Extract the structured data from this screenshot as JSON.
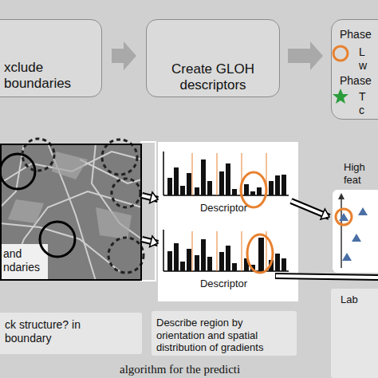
{
  "diagram": {
    "caption": "algorithm for the predicti",
    "nodes": [
      {
        "text": [
          "xclude boundaries"
        ]
      },
      {
        "text": [
          "Create GLOH descriptors"
        ]
      },
      {
        "text": [
          "Phase",
          "L w",
          "Phase",
          "T c"
        ]
      },
      {
        "text": [
          "and ndaries"
        ]
      },
      {
        "text": [
          "ck structure? in boundary"
        ]
      },
      {
        "text": [
          "Descriptor"
        ]
      },
      {
        "text": [
          "Descriptor"
        ]
      },
      {
        "text": [
          "Describe region by orientation and spatial distribution of gradients"
        ]
      },
      {
        "text": [
          "High feat"
        ]
      },
      {
        "text": [
          "Lab"
        ]
      }
    ],
    "edges": [
      {
        "from": 0,
        "to": 1,
        "arrow": "to"
      },
      {
        "from": 1,
        "to": 2,
        "arrow": "to"
      },
      {
        "from": 3,
        "to": 5,
        "arrow": "to"
      },
      {
        "from": 3,
        "to": 6,
        "arrow": "to"
      },
      {
        "from": 5,
        "to": 8,
        "arrow": "to"
      }
    ]
  }
}
